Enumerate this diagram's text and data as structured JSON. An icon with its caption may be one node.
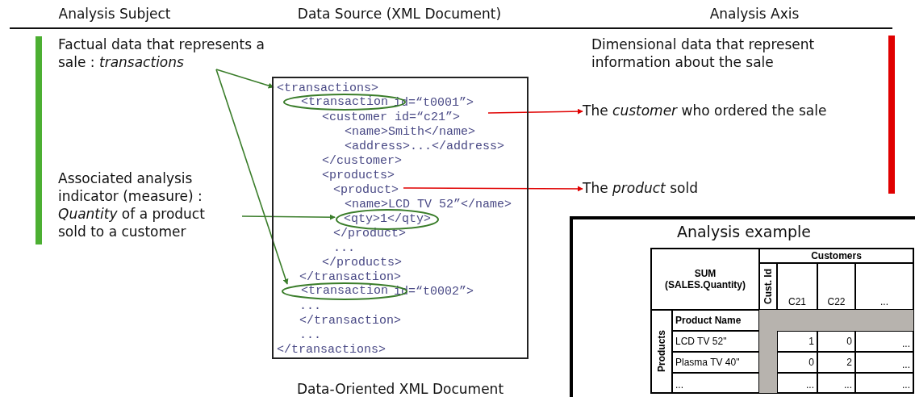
{
  "diagram": {
    "nodes": [
      {
        "text": [
          "Factual data that represents a sale : *transactions*"
        ]
      },
      {
        "text": [
          "Associated analysis indicator (measure) : *Quantity* of a product sold to a customer"
        ]
      },
      {
        "text": [
          "<transactions>",
          "id=“t0001”>",
          "<customer id=“c21”>",
          "<name>Smith</name>",
          "<address>...</address>",
          "</customer>",
          "<products>",
          "<product>",
          "<name>LCD TV 52”</name>",
          "</product>",
          "...",
          "</products>",
          "</transaction>",
          "id=“t0002”>",
          "...",
          "</transaction>",
          "...",
          "</transactions>"
        ],
        "beside": [
          "Data-Oriented XML Document"
        ]
      },
      {
        "text": [
          "<transaction"
        ],
        "in": 2
      },
      {
        "text": [
          "<qty>1</qty>"
        ],
        "in": 2
      },
      {
        "text": [
          "<transaction"
        ],
        "in": 2
      },
      {
        "text": [
          "Dimensional data that represent information about the sale"
        ]
      },
      {
        "text": [
          "The *customer* who ordered the sale"
        ]
      },
      {
        "text": [
          "The *product* sold"
        ]
      },
      {
        "text": [
          "Analysis example"
        ]
      }
    ],
    "edges": [
      {
        "from": 0,
        "to": 2,
        "arrow": "to"
      },
      {
        "from": 0,
        "to": 5,
        "arrow": "to"
      },
      {
        "from": 1,
        "to": 4,
        "arrow": "to"
      },
      {
        "from": null,
        "to": 7,
        "arrow": "to",
        "color": "#e00000"
      },
      {
        "from": null,
        "to": 8,
        "arrow": "to",
        "color": "#e00000"
      }
    ],
    "labels": [
      "Analysis Subject",
      "Data Source (XML Document)",
      "Analysis Axis",
      "SUM (SALES.Quantity)",
      "Customers",
      "Cust. Id",
      "C21",
      "C22",
      "...",
      "Products",
      "Product Name",
      "LCD TV 52\"",
      "1",
      "0",
      "...",
      "Plasma TV 40\"",
      "0",
      "2",
      "...",
      "...",
      "...",
      "...",
      "..."
    ]
  }
}
